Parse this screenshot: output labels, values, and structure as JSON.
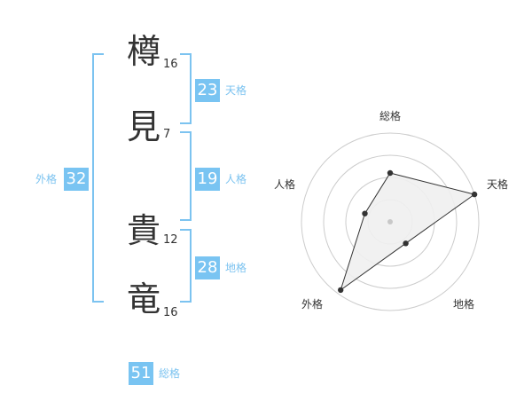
{
  "name": {
    "chars": [
      {
        "char": "樽",
        "strokes": "16"
      },
      {
        "char": "見",
        "strokes": "7"
      },
      {
        "char": "貴",
        "strokes": "12"
      },
      {
        "char": "竜",
        "strokes": "16"
      }
    ]
  },
  "fortunes": {
    "tenkaku": {
      "value": "23",
      "label": "天格"
    },
    "jinkaku": {
      "value": "19",
      "label": "人格"
    },
    "chikaku": {
      "value": "28",
      "label": "地格"
    },
    "gaikaku": {
      "value": "32",
      "label": "外格"
    },
    "soukaku": {
      "value": "51",
      "label": "総格"
    }
  },
  "radar": {
    "axes": [
      "総格",
      "天格",
      "地格",
      "外格",
      "人格"
    ],
    "values": [
      0.55,
      1.0,
      0.3,
      0.95,
      0.3
    ],
    "rings": 4,
    "colors": {
      "ring": "#cccccc",
      "fill": "#efefef",
      "line": "#333333",
      "point": "#333333",
      "center": "#c8c8c8"
    }
  },
  "colors": {
    "accent": "#7cc3f0",
    "badge": "#79c4f2",
    "text": "#333333"
  }
}
